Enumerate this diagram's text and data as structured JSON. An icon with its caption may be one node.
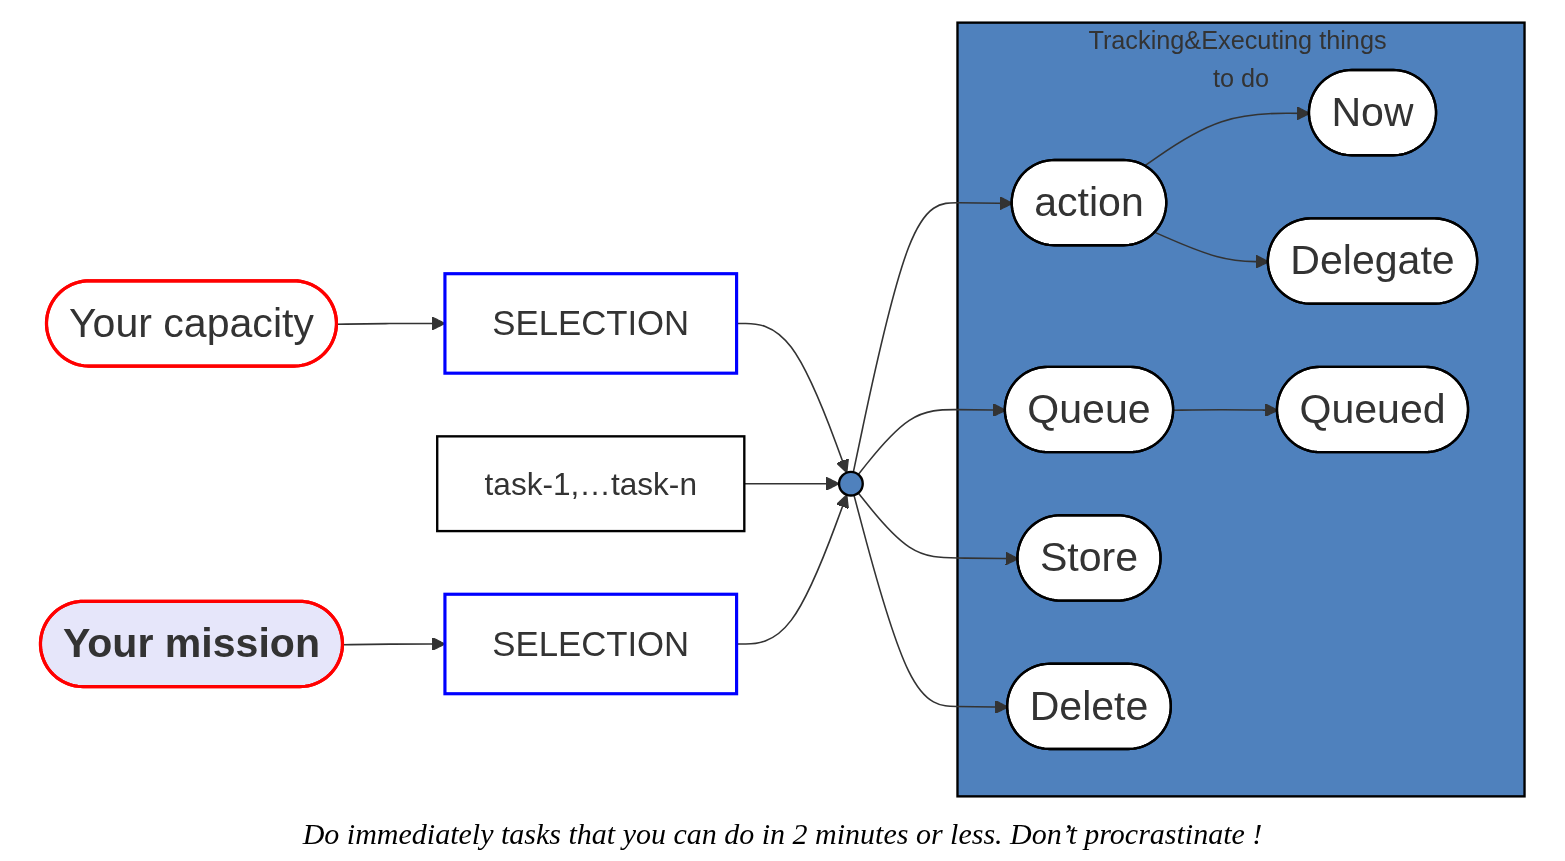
{
  "diagram": {
    "nodes": [
      {
        "text": [
          "Your capacity"
        ]
      },
      {
        "text": [
          "SELECTION"
        ]
      },
      {
        "text": [
          "task-1,…task-n"
        ]
      },
      {
        "text": [],
        "shape": "circle"
      },
      {
        "text": [
          "SELECTION"
        ]
      },
      {
        "text": [
          "Your mission"
        ]
      },
      {
        "text": [
          "Tracking&Executing things to do"
        ]
      },
      {
        "text": [
          "action"
        ],
        "in": 6
      },
      {
        "text": [
          "Now"
        ],
        "in": 6
      },
      {
        "text": [
          "Queue"
        ],
        "in": 6
      },
      {
        "text": [
          "Delegate"
        ],
        "in": 6
      },
      {
        "text": [
          "Store"
        ],
        "in": 6
      },
      {
        "text": [
          "Queued"
        ],
        "in": 6
      },
      {
        "text": [
          "Delete"
        ],
        "in": 6
      }
    ],
    "edges": [
      {
        "from": 0,
        "to": 1,
        "arrow": "to"
      },
      {
        "from": 1,
        "to": 3,
        "arrow": "to"
      },
      {
        "from": 2,
        "to": 3,
        "arrow": "to"
      },
      {
        "from": 5,
        "to": 4,
        "arrow": "to"
      },
      {
        "from": 4,
        "to": 3,
        "arrow": "to"
      },
      {
        "from": 3,
        "to": 7,
        "arrow": "to"
      },
      {
        "from": 3,
        "to": 9,
        "arrow": "to"
      },
      {
        "from": 3,
        "to": 11,
        "arrow": "to"
      },
      {
        "from": 3,
        "to": 13,
        "arrow": "to"
      },
      {
        "from": 7,
        "to": 8,
        "arrow": "to"
      },
      {
        "from": 7,
        "to": 10,
        "arrow": "to"
      },
      {
        "from": 9,
        "to": 12,
        "arrow": "to"
      }
    ],
    "labels": [
      "Do immediately tasks that you can do in 2 minutes or less. Don’t procrastinate !"
    ]
  }
}
